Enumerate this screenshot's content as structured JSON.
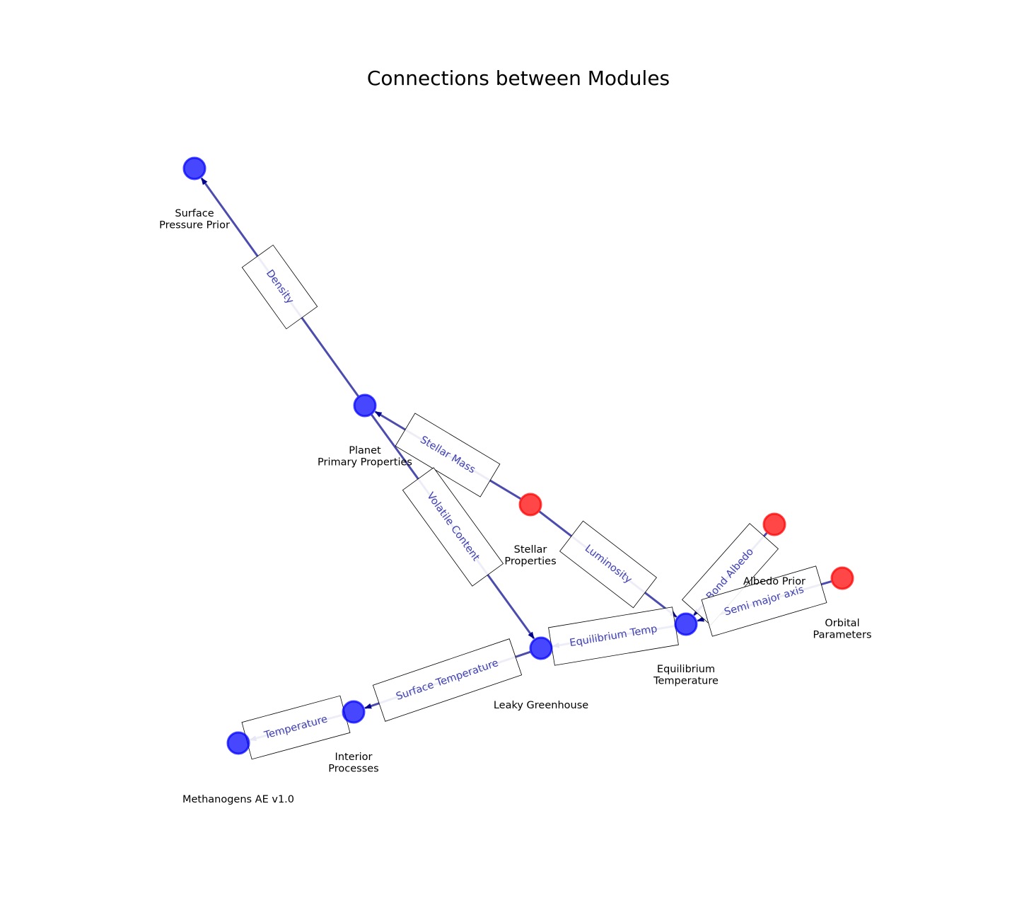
{
  "title": "Connections between Modules",
  "colors": {
    "input_node": "#ff0000",
    "module_node": "#0000ff",
    "edge": "#00008b",
    "edge_label_text": "#4040b0",
    "label_box_border": "#000000",
    "label_box_fill": "#ffffff"
  },
  "nodes": [
    {
      "id": "surface_pressure_prior",
      "label": "Surface\nPressure Prior",
      "kind": "module"
    },
    {
      "id": "planet_primary_properties",
      "label": "Planet\nPrimary Properties",
      "kind": "module"
    },
    {
      "id": "stellar_properties",
      "label": "Stellar\nProperties",
      "kind": "input"
    },
    {
      "id": "albedo_prior",
      "label": "Albedo Prior",
      "kind": "input"
    },
    {
      "id": "orbital_parameters",
      "label": "Orbital\nParameters",
      "kind": "input"
    },
    {
      "id": "equilibrium_temperature",
      "label": "Equilibrium\nTemperature",
      "kind": "module"
    },
    {
      "id": "leaky_greenhouse",
      "label": "Leaky Greenhouse",
      "kind": "module"
    },
    {
      "id": "interior_processes",
      "label": "Interior\nProcesses",
      "kind": "module"
    },
    {
      "id": "methanogens_ae",
      "label": "Methanogens AE v1.0",
      "kind": "module"
    }
  ],
  "edges": [
    {
      "from": "planet_primary_properties",
      "to": "surface_pressure_prior",
      "label": "Density"
    },
    {
      "from": "stellar_properties",
      "to": "planet_primary_properties",
      "label": "Stellar Mass"
    },
    {
      "from": "planet_primary_properties",
      "to": "leaky_greenhouse",
      "label": "Volatile Content"
    },
    {
      "from": "stellar_properties",
      "to": "equilibrium_temperature",
      "label": "Luminosity"
    },
    {
      "from": "albedo_prior",
      "to": "equilibrium_temperature",
      "label": "Bond Albedo"
    },
    {
      "from": "orbital_parameters",
      "to": "equilibrium_temperature",
      "label": "Semi major axis"
    },
    {
      "from": "equilibrium_temperature",
      "to": "leaky_greenhouse",
      "label": "Equilibrium Temp"
    },
    {
      "from": "leaky_greenhouse",
      "to": "interior_processes",
      "label": "Surface Temperature"
    },
    {
      "from": "interior_processes",
      "to": "methanogens_ae",
      "label": "Temperature"
    }
  ]
}
